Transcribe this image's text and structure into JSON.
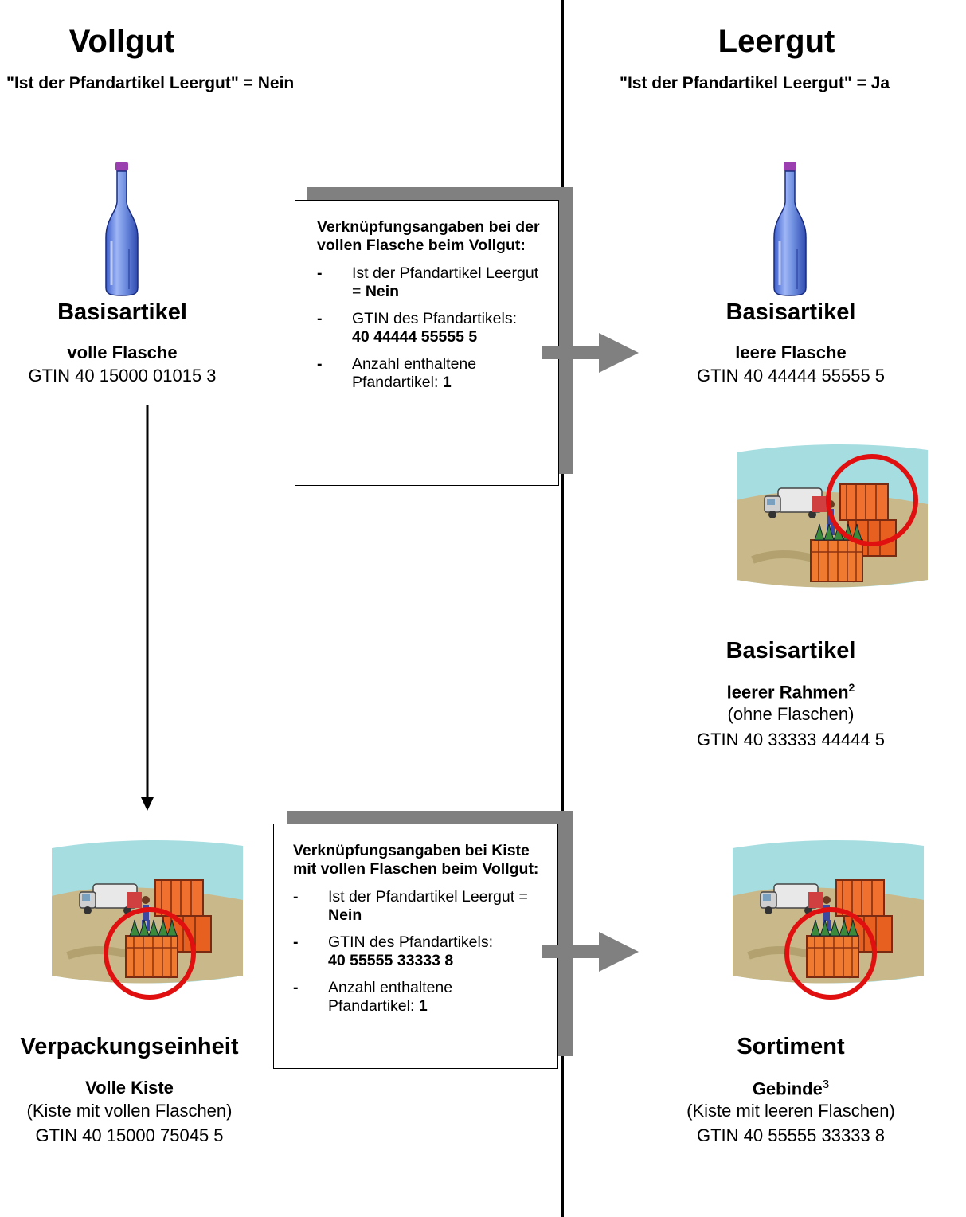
{
  "left": {
    "title": "Vollgut",
    "subtitle": "\"Ist der Pfandartikel Leergut\" = Nein",
    "item1": {
      "category": "Basisartikel",
      "name": "volle Flasche",
      "gtin": "GTIN 40 15000 01015 3"
    },
    "item2": {
      "category": "Verpackungseinheit",
      "name": "Volle Kiste",
      "note": "(Kiste mit vollen Flaschen)",
      "gtin": "GTIN 40 15000 75045 5"
    }
  },
  "right": {
    "title": "Leergut",
    "subtitle": "\"Ist der Pfandartikel Leergut\" = Ja",
    "item1": {
      "category": "Basisartikel",
      "name": "leere Flasche",
      "gtin": "GTIN 40 44444 55555 5"
    },
    "item2": {
      "category": "Basisartikel",
      "name": "leerer Rahmen",
      "footnote": "2",
      "note": "(ohne Flaschen)",
      "gtin": "GTIN 40 33333 44444 5"
    },
    "item3": {
      "category": "Sortiment",
      "name": "Gebinde",
      "footnote": "3",
      "note": "(Kiste mit leeren Flaschen)",
      "gtin": "GTIN 40 55555 33333 8"
    }
  },
  "box1": {
    "heading": "Verknüpfungsangaben bei der vollen Flasche beim Vollgut:",
    "bullet": "-",
    "item1_text": "Ist der Pfandartikel Leergut = ",
    "item1_value": "Nein",
    "item2_text": "GTIN des Pfandartikels:",
    "item2_value": "40 44444 55555 5",
    "item3_text": "Anzahl enthaltene Pfandartikel: ",
    "item3_value": "1"
  },
  "box2": {
    "heading": "Verknüpfungsangaben bei Kiste mit vollen Flaschen beim Vollgut:",
    "bullet": "-",
    "item1_text": "Ist der Pfandartikel Leergut = ",
    "item1_value": "Nein",
    "item2_text": "GTIN des Pfandartikels:",
    "item2_value": "40 55555 33333 8",
    "item3_text": "Anzahl enthaltene Pfandartikel: ",
    "item3_value": "1"
  },
  "colors": {
    "bottle": "#6f8fe0",
    "bottle_cap": "#9b3fb0",
    "arrow": "#808080",
    "shadow": "#808080",
    "highlight_circle": "#e01010",
    "crate": "#f07030",
    "sky": "#a6dde0",
    "ground": "#c9b98a"
  },
  "icons": [
    "bottle-icon",
    "crate-truck-icon",
    "right-arrow-icon",
    "down-arrow-icon",
    "highlight-circle-icon"
  ]
}
